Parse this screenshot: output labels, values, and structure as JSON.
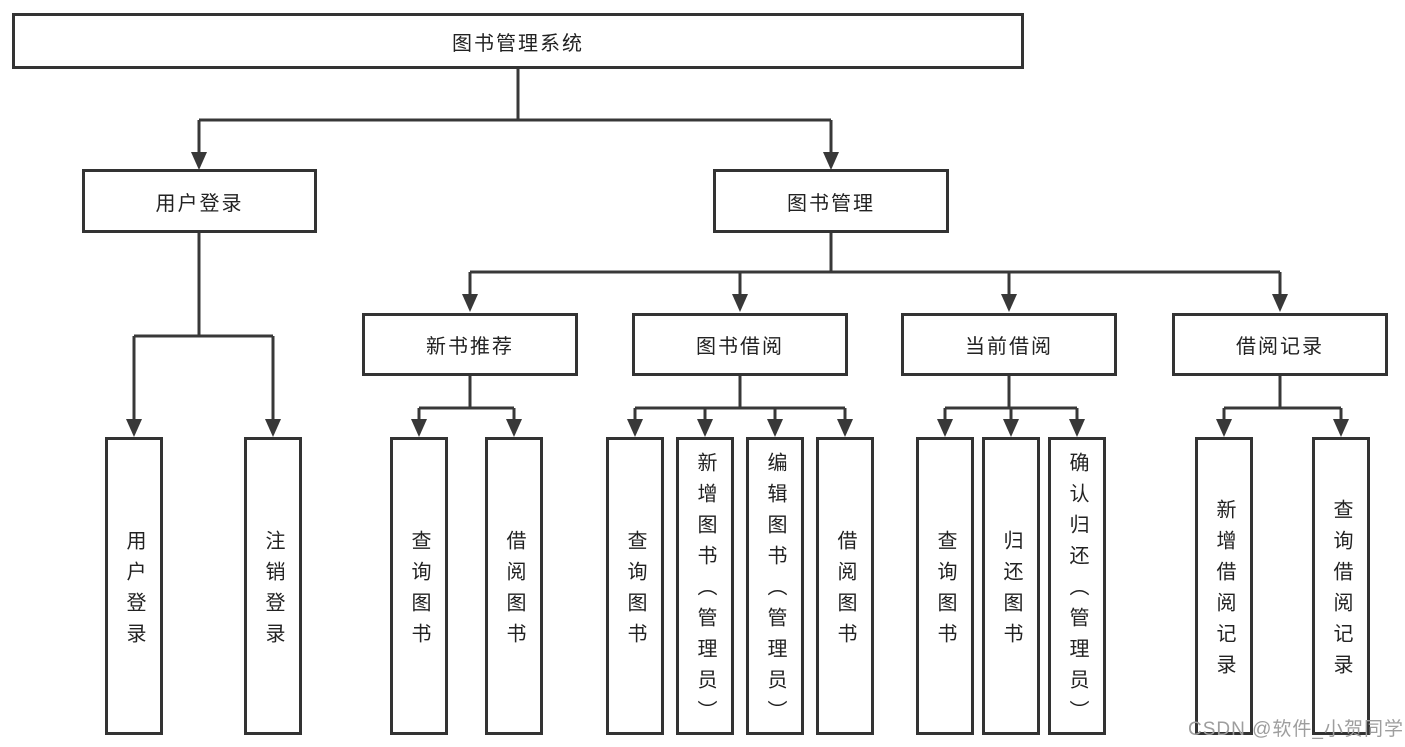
{
  "diagram": {
    "root": {
      "label": "图书管理系统"
    },
    "level1": [
      {
        "label": "用户登录"
      },
      {
        "label": "图书管理"
      }
    ],
    "level2": [
      {
        "label": "新书推荐"
      },
      {
        "label": "图书借阅"
      },
      {
        "label": "当前借阅"
      },
      {
        "label": "借阅记录"
      }
    ],
    "leaves": {
      "user_login": [
        "用户登录",
        "注销登录"
      ],
      "new_book_rec": [
        "查询图书",
        "借阅图书"
      ],
      "book_borrow": [
        "查询图书",
        "新增图书（管理员）",
        "编辑图书（管理员）",
        "借阅图书"
      ],
      "current_borrow": [
        "查询图书",
        "归还图书",
        "确认归还（管理员）"
      ],
      "borrow_record": [
        "新增借阅记录",
        "查询借阅记录"
      ]
    }
  },
  "watermark": {
    "text": "CSDN @软件_小贺同学"
  },
  "colors": {
    "line": "#383838",
    "border": "#333333",
    "text": "#222222",
    "background": "#ffffff",
    "watermark": "#9e9e9e"
  }
}
